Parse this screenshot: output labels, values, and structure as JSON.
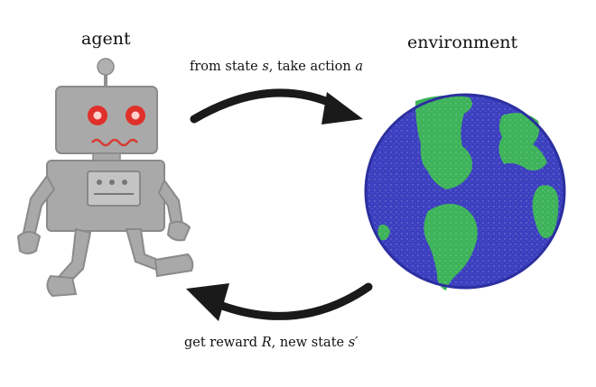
{
  "diagram": {
    "agent_label": "agent",
    "environment_label": "environment",
    "top_arrow": {
      "prefix": "from state ",
      "state_var": "s",
      "middle": ", take action ",
      "action_var": "a"
    },
    "bottom_arrow": {
      "prefix": "get reward ",
      "reward_var": "R",
      "middle": ", new state ",
      "next_state_var": "s′"
    },
    "colors": {
      "robot_body": "#a9a9a9",
      "robot_eyes": "#e0302a",
      "globe_ocean": "#3c3fbf",
      "globe_land": "#3db35a",
      "arrow": "#1a1a1a"
    }
  }
}
